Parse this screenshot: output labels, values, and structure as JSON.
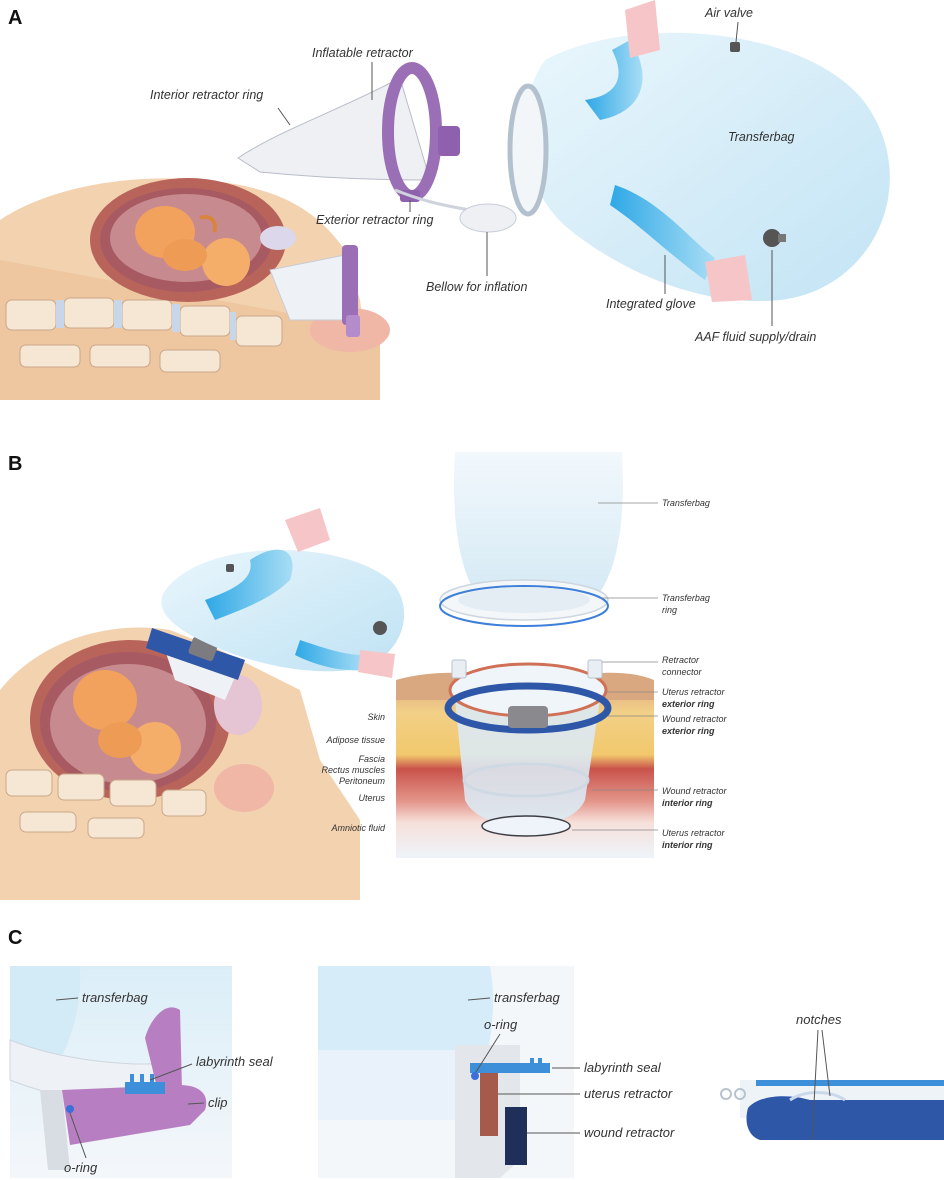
{
  "panels": {
    "A": {
      "letter": "A",
      "labels": {
        "air_valve": "Air valve",
        "inflatable_retractor": "Inflatable retractor",
        "interior_retractor_ring": "Interior retractor ring",
        "transferbag": "Transferbag",
        "exterior_retractor_ring": "Exterior retractor ring",
        "bellow_for_inflation": "Bellow for inflation",
        "integrated_glove": "Integrated glove",
        "aaf_fluid_supply_drain": "AAF fluid supply/drain"
      }
    },
    "B": {
      "letter": "B",
      "labels": {
        "transferbag": "Transferbag",
        "transferbag_ring_line1": "Transferbag",
        "transferbag_ring_line2": "ring",
        "retractor_connector_line1": "Retractor",
        "retractor_connector_line2": "connector",
        "uterus_retractor_ext_line1": "Uterus retractor",
        "uterus_retractor_ext_line2": "exterior ring",
        "wound_retractor_ext_line1": "Wound retractor",
        "wound_retractor_ext_line2": "exterior ring",
        "wound_retractor_int_line1": "Wound retractor",
        "wound_retractor_int_line2": "interior ring",
        "uterus_retractor_int_line1": "Uterus retractor",
        "uterus_retractor_int_line2": "interior ring",
        "skin": "Skin",
        "adipose_tissue": "Adipose tissue",
        "fascia": "Fascia",
        "rectus_muscles": "Rectus muscles",
        "peritoneum": "Peritoneum",
        "uterus": "Uterus",
        "amniotic_fluid": "Amniotic fluid"
      }
    },
    "C": {
      "letter": "C",
      "left": {
        "transferbag": "transferbag",
        "labyrinth_seal": "labyrinth seal",
        "clip": "clip",
        "o_ring": "o-ring"
      },
      "middle": {
        "transferbag": "transferbag",
        "o_ring": "o-ring",
        "labyrinth_seal": "labyrinth seal",
        "uterus_retractor": "uterus retractor",
        "wound_retractor": "wound retractor"
      },
      "right": {
        "notches": "notches"
      }
    }
  },
  "colors": {
    "bag_blue": "#cfe8f6",
    "glove_blue": "#4fb8e8",
    "glove_tip": "#f6c5c8",
    "retractor_purple": "#9b6fb6",
    "skin_tone": "#f3d2b0",
    "uterus_red": "#c9695c",
    "fetus_orange": "#f2a25c",
    "ring_dark_blue": "#2e57a8",
    "seal_blue": "#3d8fd9"
  }
}
